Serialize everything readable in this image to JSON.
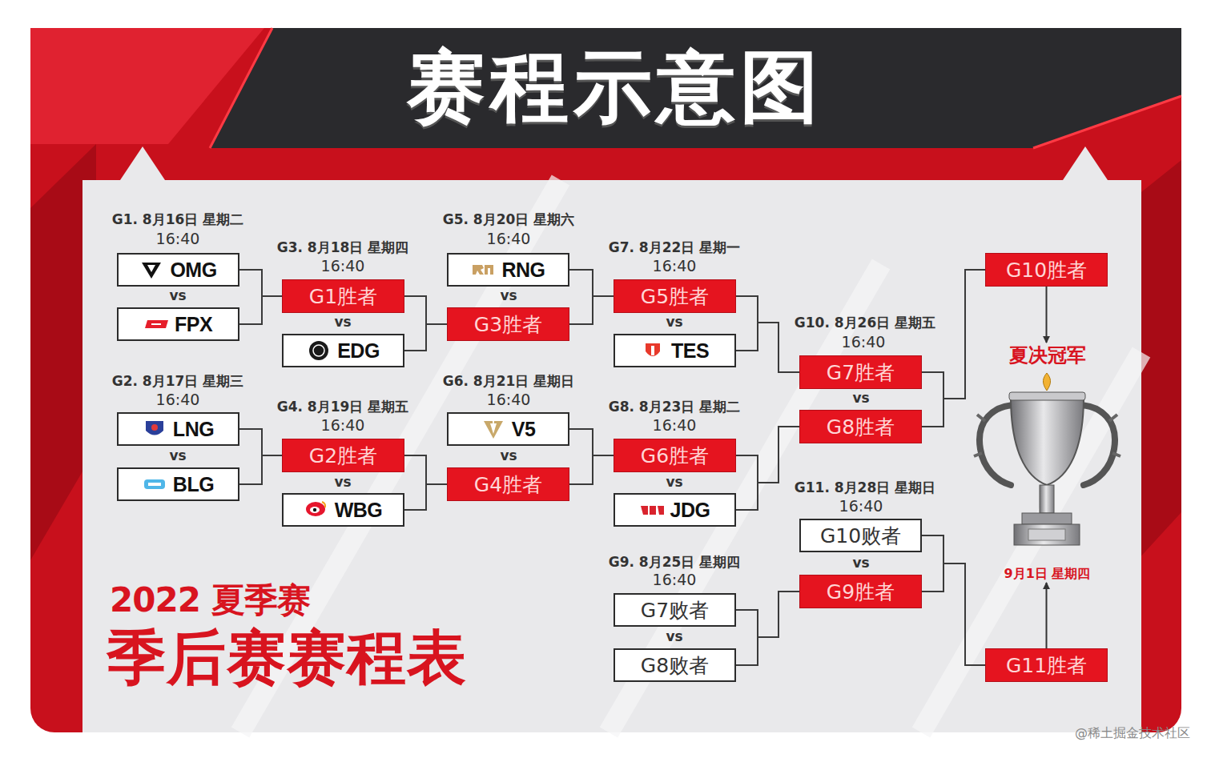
{
  "diagram": {
    "title": "赛程示意图",
    "nodes": [
      {
        "text": [
          "OMG"
        ]
      },
      {
        "text": [
          "FPX"
        ]
      },
      {
        "text": [
          "LNG"
        ]
      },
      {
        "text": [
          "BLG"
        ]
      },
      {
        "text": [
          "G1胜者"
        ]
      },
      {
        "text": [
          "EDG"
        ]
      },
      {
        "text": [
          "G2胜者"
        ]
      },
      {
        "text": [
          "WBG"
        ]
      },
      {
        "text": [
          "RNG"
        ]
      },
      {
        "text": [
          "G3胜者"
        ]
      },
      {
        "text": [
          "V5"
        ]
      },
      {
        "text": [
          "G4胜者"
        ]
      },
      {
        "text": [
          "G5胜者"
        ]
      },
      {
        "text": [
          "TES"
        ]
      },
      {
        "text": [
          "G6胜者"
        ]
      },
      {
        "text": [
          "JDG"
        ]
      },
      {
        "text": [
          "G7败者"
        ]
      },
      {
        "text": [
          "G8败者"
        ]
      },
      {
        "text": [
          "G7胜者"
        ]
      },
      {
        "text": [
          "G8胜者"
        ]
      },
      {
        "text": [
          "G10败者"
        ]
      },
      {
        "text": [
          "G9胜者"
        ]
      },
      {
        "text": [
          "G10胜者"
        ]
      },
      {
        "text": [
          "G11胜者"
        ]
      },
      {
        "text": [
          "夏决冠军",
          "9月1日 星期四"
        ]
      }
    ],
    "edges": [
      {
        "from": 0,
        "to": 4,
        "arrow": "none"
      },
      {
        "from": 1,
        "to": 4,
        "arrow": "none"
      },
      {
        "from": 2,
        "to": 6,
        "arrow": "none"
      },
      {
        "from": 3,
        "to": 6,
        "arrow": "none"
      },
      {
        "from": 4,
        "to": 9,
        "arrow": "none"
      },
      {
        "from": 5,
        "to": 9,
        "arrow": "none"
      },
      {
        "from": 6,
        "to": 11,
        "arrow": "none"
      },
      {
        "from": 7,
        "to": 11,
        "arrow": "none"
      },
      {
        "from": 8,
        "to": 12,
        "arrow": "none"
      },
      {
        "from": 9,
        "to": 12,
        "arrow": "none"
      },
      {
        "from": 10,
        "to": 14,
        "arrow": "none"
      },
      {
        "from": 11,
        "to": 14,
        "arrow": "none"
      },
      {
        "from": 12,
        "to": 18,
        "arrow": "none"
      },
      {
        "from": 13,
        "to": 18,
        "arrow": "none"
      },
      {
        "from": 14,
        "to": 19,
        "arrow": "none"
      },
      {
        "from": 15,
        "to": 19,
        "arrow": "none"
      },
      {
        "from": 16,
        "to": 21,
        "arrow": "none"
      },
      {
        "from": 17,
        "to": 21,
        "arrow": "none"
      },
      {
        "from": 18,
        "to": 22,
        "arrow": "none"
      },
      {
        "from": 19,
        "to": 22,
        "arrow": "none"
      },
      {
        "from": 20,
        "to": 23,
        "arrow": "none"
      },
      {
        "from": 21,
        "to": 23,
        "arrow": "none"
      },
      {
        "from": 22,
        "to": 24,
        "arrow": "to"
      },
      {
        "from": 23,
        "to": 24,
        "arrow": "to"
      }
    ],
    "labels": [
      "G1. 8月16日 星期二",
      "16:40",
      "vs",
      "G2. 8月17日 星期三",
      "16:40",
      "vs",
      "G3. 8月18日 星期四",
      "16:40",
      "vs",
      "G4. 8月19日 星期五",
      "16:40",
      "vs",
      "G5. 8月20日 星期六",
      "16:40",
      "vs",
      "G6. 8月21日 星期日",
      "16:40",
      "vs",
      "G7. 8月22日 星期一",
      "16:40",
      "vs",
      "G8. 8月23日 星期二",
      "16:40",
      "vs",
      "G9. 8月25日 星期四",
      "16:40",
      "vs",
      "G10. 8月26日 星期五",
      "16:40",
      "vs",
      "G11. 8月28日 星期日",
      "16:40",
      "vs",
      "2022 夏季赛",
      "季后赛赛程表",
      "@稀土掘金技术社区"
    ]
  }
}
